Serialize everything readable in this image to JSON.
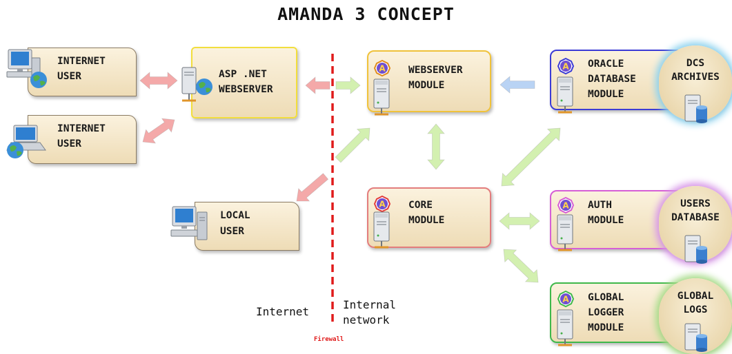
{
  "title": "AMANDA 3 CONCEPT",
  "nodes": {
    "internet_user_1": {
      "line1": "INTERNET",
      "line2": "USER"
    },
    "internet_user_2": {
      "line1": "INTERNET",
      "line2": "USER"
    },
    "local_user": {
      "line1": "LOCAL",
      "line2": "USER"
    },
    "asp_webserver": {
      "line1": "ASP .NET",
      "line2": "WEBSERVER"
    },
    "webserver_module": {
      "line1": "WEBSERVER",
      "line2": "MODULE"
    },
    "core_module": {
      "line1": "CORE",
      "line2": "MODULE"
    },
    "oracle_module": {
      "line1": "ORACLE",
      "line2": "DATABASE",
      "line3": "MODULE"
    },
    "auth_module": {
      "line1": "AUTH",
      "line2": "MODULE"
    },
    "global_logger_module": {
      "line1": "GLOBAL",
      "line2": "LOGGER",
      "line3": "MODULE"
    }
  },
  "databases": {
    "dcs_archives": {
      "line1": "DCS",
      "line2": "ARCHIVES"
    },
    "users_database": {
      "line1": "USERS",
      "line2": "DATABASE"
    },
    "global_logs": {
      "line1": "GLOBAL",
      "line2": "LOGS"
    }
  },
  "zones": {
    "internet": "Internet",
    "internal_line1": "Internal",
    "internal_line2": "network"
  },
  "firewall_label": "Firewall",
  "colors": {
    "asp_border": "#f2de3c",
    "webserver_border": "#f0c23a",
    "core_border": "#e37c7c",
    "oracle_border": "#3b3bd6",
    "auth_border": "#d65ed6",
    "logger_border": "#3fb84a",
    "dcs_glow": "#8fd3ef",
    "users_glow": "#d898e8",
    "logs_glow": "#a8dc8a",
    "firewall": "#e01b1b",
    "arrow_red": "#f4a9a9",
    "arrow_green": "#d3f0b0",
    "arrow_blue": "#b9d3f4"
  },
  "icons": [
    "desktop-computer-globe-icon",
    "laptop-globe-icon",
    "desktop-computer-icon",
    "server-globe-icon",
    "server-icon",
    "database-server-icon",
    "amanda-logo-icon"
  ]
}
